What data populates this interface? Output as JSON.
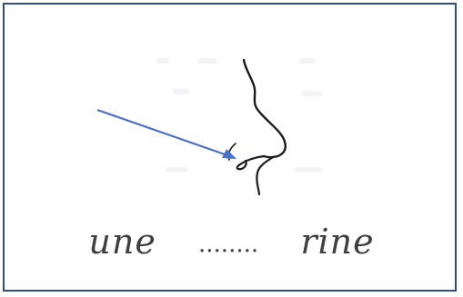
{
  "worksheet": {
    "word_before": "une",
    "blank": "........",
    "word_after": "rine",
    "icons": {
      "picture": "nose-drawing",
      "pointer": "arrow-icon"
    },
    "colors": {
      "border": "#2f4f80",
      "arrow": "#4a6fc9",
      "drawing": "#1a1a1a",
      "text": "#3f3f3f"
    }
  }
}
